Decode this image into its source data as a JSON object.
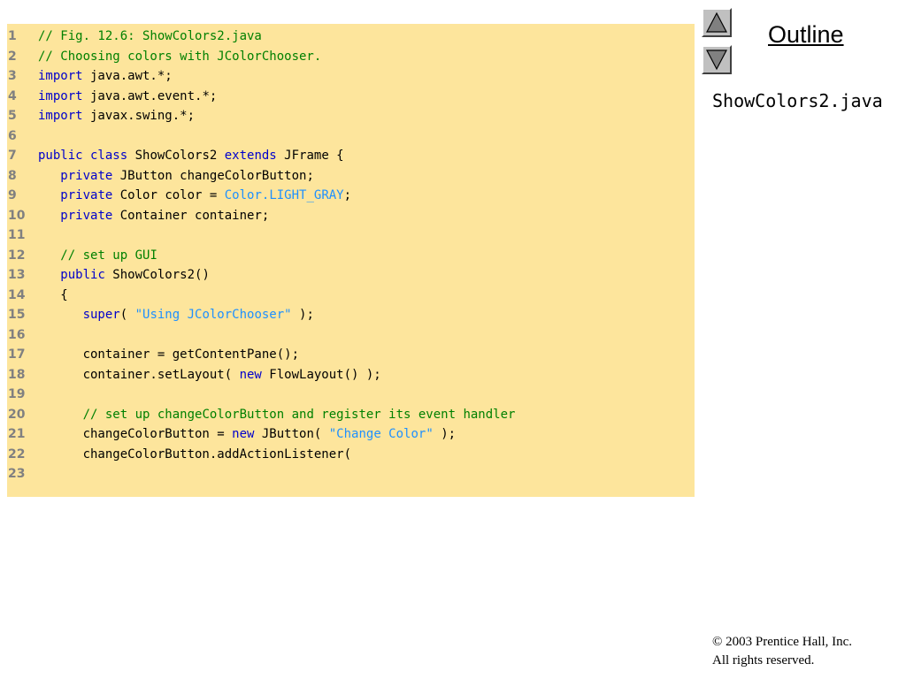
{
  "colors": {
    "code_background": "#fde59c",
    "comment": "#008000",
    "keyword": "#0000cc",
    "string": "#1e90ff",
    "line_number": "#808080"
  },
  "code": {
    "lines": [
      {
        "number": "1",
        "tokens": [
          {
            "t": "comment",
            "v": "// Fig. 12.6: ShowColors2.java"
          }
        ]
      },
      {
        "number": "2",
        "tokens": [
          {
            "t": "comment",
            "v": "// Choosing colors with JColorChooser."
          }
        ]
      },
      {
        "number": "3",
        "tokens": [
          {
            "t": "keyword",
            "v": "import"
          },
          {
            "t": "text",
            "v": " java.awt.*;"
          }
        ]
      },
      {
        "number": "4",
        "tokens": [
          {
            "t": "keyword",
            "v": "import"
          },
          {
            "t": "text",
            "v": " java.awt.event.*;"
          }
        ]
      },
      {
        "number": "5",
        "tokens": [
          {
            "t": "keyword",
            "v": "import"
          },
          {
            "t": "text",
            "v": " javax.swing.*;"
          }
        ]
      },
      {
        "number": "6",
        "tokens": []
      },
      {
        "number": "7",
        "tokens": [
          {
            "t": "keyword",
            "v": "public class"
          },
          {
            "t": "text",
            "v": " ShowColors2 "
          },
          {
            "t": "keyword",
            "v": "extends"
          },
          {
            "t": "text",
            "v": " JFrame {"
          }
        ]
      },
      {
        "number": "8",
        "tokens": [
          {
            "t": "text",
            "v": "   "
          },
          {
            "t": "keyword",
            "v": "private"
          },
          {
            "t": "text",
            "v": " JButton changeColorButton;"
          }
        ]
      },
      {
        "number": "9",
        "tokens": [
          {
            "t": "text",
            "v": "   "
          },
          {
            "t": "keyword",
            "v": "private"
          },
          {
            "t": "text",
            "v": " Color color = "
          },
          {
            "t": "constant",
            "v": "Color.LIGHT_GRAY"
          },
          {
            "t": "text",
            "v": ";"
          }
        ]
      },
      {
        "number": "10",
        "tokens": [
          {
            "t": "text",
            "v": "   "
          },
          {
            "t": "keyword",
            "v": "private"
          },
          {
            "t": "text",
            "v": " Container container;"
          }
        ]
      },
      {
        "number": "11",
        "tokens": []
      },
      {
        "number": "12",
        "tokens": [
          {
            "t": "text",
            "v": "   "
          },
          {
            "t": "comment",
            "v": "// set up GUI"
          }
        ]
      },
      {
        "number": "13",
        "tokens": [
          {
            "t": "text",
            "v": "   "
          },
          {
            "t": "keyword",
            "v": "public"
          },
          {
            "t": "text",
            "v": " ShowColors2()"
          }
        ]
      },
      {
        "number": "14",
        "tokens": [
          {
            "t": "text",
            "v": "   {"
          }
        ]
      },
      {
        "number": "15",
        "tokens": [
          {
            "t": "text",
            "v": "      "
          },
          {
            "t": "keyword",
            "v": "super"
          },
          {
            "t": "text",
            "v": "( "
          },
          {
            "t": "string",
            "v": "\"Using JColorChooser\""
          },
          {
            "t": "text",
            "v": " );"
          }
        ]
      },
      {
        "number": "16",
        "tokens": []
      },
      {
        "number": "17",
        "tokens": [
          {
            "t": "text",
            "v": "      container = getContentPane();"
          }
        ]
      },
      {
        "number": "18",
        "tokens": [
          {
            "t": "text",
            "v": "      container.setLayout( "
          },
          {
            "t": "keyword",
            "v": "new"
          },
          {
            "t": "text",
            "v": " FlowLayout() );"
          }
        ]
      },
      {
        "number": "19",
        "tokens": []
      },
      {
        "number": "20",
        "tokens": [
          {
            "t": "text",
            "v": "      "
          },
          {
            "t": "comment",
            "v": "// set up changeColorButton and register its event handler"
          }
        ]
      },
      {
        "number": "21",
        "tokens": [
          {
            "t": "text",
            "v": "      changeColorButton = "
          },
          {
            "t": "keyword",
            "v": "new"
          },
          {
            "t": "text",
            "v": " JButton( "
          },
          {
            "t": "string",
            "v": "\"Change Color\""
          },
          {
            "t": "text",
            "v": " );"
          }
        ]
      },
      {
        "number": "22",
        "tokens": [
          {
            "t": "text",
            "v": "      changeColorButton.addActionListener("
          }
        ]
      },
      {
        "number": "23",
        "tokens": []
      }
    ]
  },
  "sidebar": {
    "nav_up_icon": "triangle-up-icon",
    "nav_down_icon": "triangle-down-icon",
    "outline_label": "Outline",
    "file_name": "ShowColors2.java"
  },
  "footer": {
    "copyright_line1": "© 2003 Prentice Hall, Inc.",
    "copyright_line2": "All rights reserved."
  }
}
